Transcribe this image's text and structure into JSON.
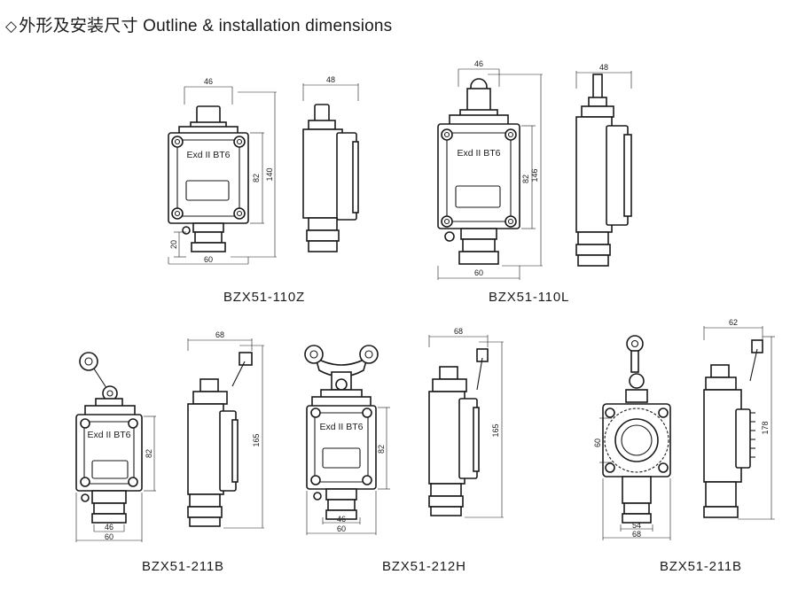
{
  "title": {
    "symbol": "◇",
    "text": "外形及安装尺寸 Outline & installation dimensions"
  },
  "marking": "Exd II BT6",
  "models": [
    {
      "id": "m1",
      "caption": "BZX51-110Z",
      "dims": {
        "top_front": "46",
        "top_side": "48",
        "height": "140",
        "inner_height": "82",
        "bottom_offset": "20",
        "width": "60"
      }
    },
    {
      "id": "m2",
      "caption": "BZX51-110L",
      "dims": {
        "top_front": "46",
        "top_side": "48",
        "height": "146",
        "inner_height": "82",
        "width": "60"
      }
    },
    {
      "id": "m3",
      "caption": "BZX51-211B",
      "dims": {
        "top_side": "68",
        "height": "165",
        "inner_height": "82",
        "inner_width": "46",
        "width": "60"
      }
    },
    {
      "id": "m4",
      "caption": "BZX51-212H",
      "dims": {
        "top_side": "68",
        "height": "165",
        "inner_height": "82",
        "inner_width": "46",
        "width": "60"
      }
    },
    {
      "id": "m5",
      "caption": "BZX51-211B",
      "dims": {
        "top_side": "62",
        "height": "178",
        "inner_height": "60",
        "inner_width": "54",
        "width": "68"
      }
    }
  ]
}
